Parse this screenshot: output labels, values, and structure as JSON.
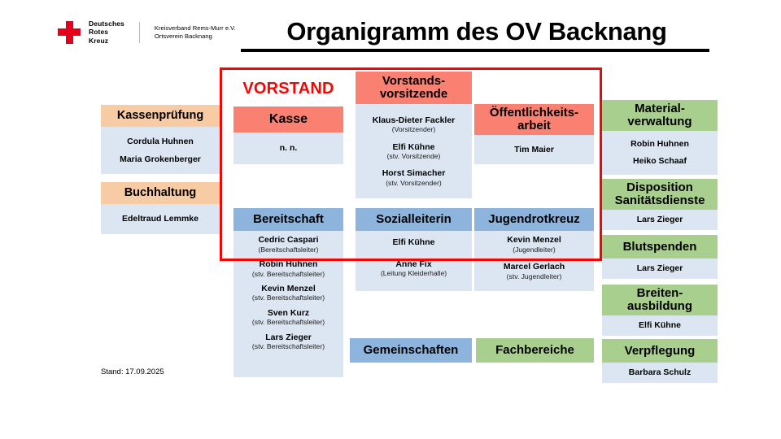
{
  "header": {
    "logo": {
      "icon": "red-cross-icon",
      "line1": "Deutsches",
      "line2": "Rotes",
      "line3": "Kreuz",
      "sub1": "Kreisverband Rems-Murr e.V.",
      "sub2": "Ortsverein Backnang"
    },
    "title": "Organigramm des OV Backnang"
  },
  "footer": {
    "stand": "Stand: 17.09.2025"
  },
  "vorstand_label": "VORSTAND",
  "colors": {
    "red_frame": "#FF0000",
    "vorstand_text": "#FF0000",
    "header_red": "#FA8072",
    "header_blue": "#8DB4DC",
    "header_green": "#A9CF8F",
    "header_peach": "#F7CBA4",
    "body_fill": "#DCE6F2",
    "cross_red": "#E2001A"
  },
  "left_column": [
    {
      "title": "Kassenprüfung",
      "entries": [
        {
          "name": "Cordula Huhnen",
          "role": ""
        },
        {
          "name": "Maria Grokenberger",
          "role": ""
        }
      ]
    },
    {
      "title": "Buchhaltung",
      "entries": [
        {
          "name": "Edeltraud Lemmke",
          "role": ""
        }
      ]
    }
  ],
  "board": {
    "kasse": {
      "title": "Kasse",
      "entries": [
        {
          "name": "n. n.",
          "role": ""
        }
      ]
    },
    "vorsitzende": {
      "title_line1": "Vorstands-",
      "title_line2": "vorsitzende",
      "entries": [
        {
          "name": "Klaus-Dieter Fackler",
          "role": "(Vorsitzender)"
        },
        {
          "name": "Elfi Kühne",
          "role": "(stv. Vorsitzende)"
        },
        {
          "name": "Horst Simacher",
          "role": "(stv. Vorsitzender)"
        }
      ]
    },
    "oeffentlichkeit": {
      "title_line1": "Öffentlichkeits-",
      "title_line2": "arbeit",
      "entries": [
        {
          "name": "Tim Maier",
          "role": ""
        }
      ]
    }
  },
  "gemeinschaften": {
    "bereitschaft": {
      "title": "Bereitschaft",
      "entries": [
        {
          "name": "Cedric Caspari",
          "role": "(Bereitschaftsleiter)"
        },
        {
          "name": "Robin Huhnen",
          "role": "(stv. Bereitschaftsleiter)"
        },
        {
          "name": "Kevin Menzel",
          "role": "(stv. Bereitschaftsleiter)"
        },
        {
          "name": "Sven Kurz",
          "role": "(stv. Bereitschaftsleiter)"
        },
        {
          "name": "Lars Zieger",
          "role": "(stv. Bereitschaftsleiter)"
        }
      ]
    },
    "sozialleiterin": {
      "title": "Sozialleiterin",
      "entries": [
        {
          "name": "Elfi Kühne",
          "role": ""
        },
        {
          "name": "Anne Fix",
          "role": "(Leitung Kleiderhalle)"
        }
      ]
    },
    "jugendrotkreuz": {
      "title": "Jugendrotkreuz",
      "entries": [
        {
          "name": "Kevin Menzel",
          "role": "(Jugendleiter)"
        },
        {
          "name": "Marcel Gerlach",
          "role": "(stv. Jugendleiter)"
        }
      ]
    }
  },
  "fachbereiche": [
    {
      "title_line1": "Material-",
      "title_line2": "verwaltung",
      "entries": [
        {
          "name": "Robin Huhnen",
          "role": ""
        },
        {
          "name": "Heiko Schaaf",
          "role": ""
        }
      ]
    },
    {
      "title_line1": "Disposition",
      "title_line2": "Sanitätsdienste",
      "entries": [
        {
          "name": "Lars Zieger",
          "role": ""
        }
      ]
    },
    {
      "title_line1": "Blutspenden",
      "title_line2": "",
      "entries": [
        {
          "name": "Lars Zieger",
          "role": ""
        }
      ]
    },
    {
      "title_line1": "Breiten-",
      "title_line2": "ausbildung",
      "entries": [
        {
          "name": "Elfi Kühne",
          "role": ""
        }
      ]
    },
    {
      "title_line1": "Verpflegung",
      "title_line2": "",
      "entries": [
        {
          "name": "Barbara Schulz",
          "role": ""
        }
      ]
    }
  ],
  "legend": {
    "gemeinschaften": "Gemeinschaften",
    "fachbereiche": "Fachbereiche"
  }
}
